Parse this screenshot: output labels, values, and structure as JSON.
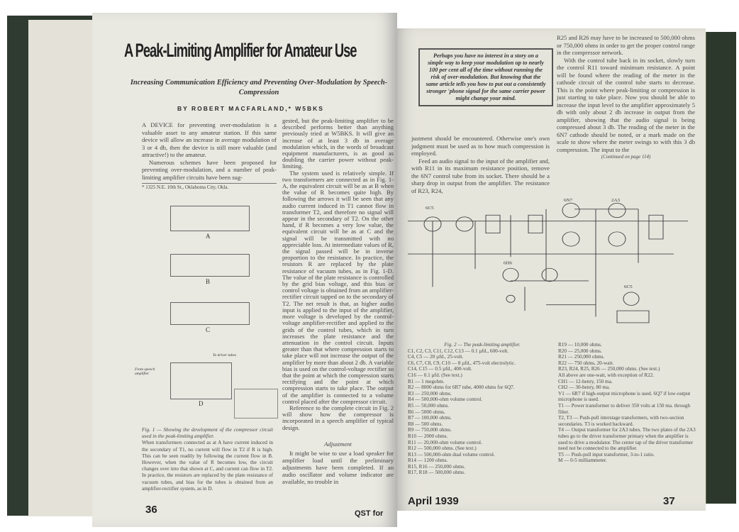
{
  "left_page": {
    "title": "A Peak-Limiting Amplifier for Amateur Use",
    "subtitle": "Increasing Communication Efficiency and Preventing Over-Modulation by Speech-Compression",
    "byline": "BY ROBERT MACFARLAND,* W5BKS",
    "col1": [
      "A DEVICE for preventing over-modulation is a valuable asset to any amateur station. If this same device will allow an increase in average modulation of 3 or 4 db, then the device is still more valuable (and attractive!) to the amateur.",
      "Numerous schemes have been proposed for preventing over-modulation, and a number of peak-limiting amplifier circuits have been sug-"
    ],
    "footnote": "* 1325 N.E. 10th St., Oklahoma City, Okla.",
    "fig_labels": [
      "A",
      "B",
      "C",
      "D"
    ],
    "fig1_caption": "Fig. 1 — Showing the development of the compressor circuit used in the peak-limiting amplifier.",
    "fig1_text": "When transformers connected as at A have current induced in the secondary of T1, no current will flow in T2 if R is high. This can be seen readily by following the current flow in B. However, when the value of R becomes low, the circuit changes over into that shown at C, and current can flow in T2. In practice, the resistors are replaced by the plate resistance of vacuum tubes, and bias for the tubes is obtained from an amplifier-rectifier system, as in D.",
    "col2": [
      "gested, but the peak-limiting amplifier to be described performs better than anything previously tried at W5BKS. It will give an increase of at least 3 db in average modulation which, in the words of broadcast equipment manufacturers, is as good as doubling the carrier power without peak-limiting.",
      "The system used is relatively simple. If two transformers are connected as in Fig. 1-A, the equivalent circuit will be as at B when the value of R becomes quite high. By following the arrows it will be seen that any audio current induced in T1 cannot flow in transformer T2, and therefore no signal will appear in the secondary of T2. On the other hand, if R becomes a very low value, the equivalent circuit will be as at C and the signal will be transmitted with no appreciable loss. At intermediate values of R, the signal passed will be in inverse proportion to the resistance. In practice, the resistors R are replaced by the plate resistance of vacuum tubes, as in Fig. 1-D. The value of the plate resistance is controlled by the grid bias voltage, and this bias or control voltage is obtained from an amplifier-rectifier circuit tapped on to the secondary of T2. The net result is that, as higher audio input is applied to the input of the amplifier, more voltage is developed by the control-voltage amplifier-rectifier and applied to the grids of the control tubes, which in turn increases the plate resistance and the attenuation in the control circuit. Inputs greater than that where compression starts to take place will not increase the output of the amplifier by more than about 2 db. A variable bias is used on the control-voltage rectifier so that the point at which the compression starts rectifying and the point at which compression starts to take place. The output of the amplifier is connected to a volume control placed after the compressor circuit.",
      "Reference to the complete circuit in Fig. 2 will show how the compressor is incorporated in a speech amplifier of typical design."
    ],
    "heading_adjustment": "Adjustment",
    "col2_end": "It might be wise to use a load speaker for amplifier load until the preliminary adjustments have been completed. If an audio oscillator and volume indicator are available, no trouble in",
    "d_label": "To driver tubes",
    "input_label": "From speech amplifier",
    "folio": "36",
    "running_foot": "QST for"
  },
  "right_page": {
    "box_text": "Perhaps you have no interest in a story on a simple way to keep your modulation up to nearly 100 per cent all of the time without running the risk of over-modulation. But knowing that the same article tells you how to put out a consistently stronger 'phone signal for the same carrier power might change your mind.",
    "col1": [
      "justment should be encountered. Otherwise one's own judgment must be used as to how much compression is employed.",
      "Feed an audio signal to the input of the amplifier and, with R11 in its maximum resistance position, remove the 6N7 control tube from its socket. There should be a sharp drop in output from the amplifier. The resistance of R23, R24,"
    ],
    "col2": [
      "R25 and R26 may have to be increased to 500,000 ohms or 750,000 ohms in order to get the proper control range in the compressor network.",
      "With the control tube back in its socket, slowly turn the control R11 toward minimum resistance. A point will be found where the reading of the meter in the cathode circuit of the control tube starts to decrease. This is the point where peak-limiting or compression is just starting to take place. Now you should be able to increase the input level to the amplifier approximately 5 db with only about 2 db increase in output from the amplifier, showing that the audio signal is being compressed about 3 db. The reading of the meter in the 6N7 cathode should be noted, or a mark made on the scale to show where the meter swings to with this 3 db compression. The input to the"
    ],
    "continued": "(Continued on page 114)",
    "tube_labels": [
      "6C5",
      "6N7",
      "2A3",
      "6H6",
      "6C5"
    ],
    "fig2_caption": "Fig. 2 — The peak-limiting amplifier.",
    "parts_left": [
      "C1, C2, C3, C11, C12, C13 — 0.1 µfd., 600-volt.",
      "C4, C5 — 20 µfd., 25-volt.",
      "C6, C7, C8, C9, C10 — 8 µfd., 475-volt electrolytic.",
      "C14, C15 — 0.5 µfd., 400-volt.",
      "C16 — 0.1 µfd. (See text.)",
      "R1 — 1 megohm.",
      "R2 — 8000 ohms for 6R7 tube, 4000 ohms for 6Q7.",
      "R3 — 250,000 ohms.",
      "R4 — 500,000-ohm volume control.",
      "R5 — 50,000 ohms.",
      "R6 — 5000 ohms.",
      "R7 — 100,000 ohms.",
      "R8 — 500 ohms.",
      "R9 — 750,000 ohms.",
      "R10 — 2000 ohms.",
      "R11 — 20,000-ohm volume control.",
      "R12 — 500,000 ohms. (See text.)",
      "R13 — 500,000-ohm dual volume control.",
      "R14 — 1200 ohms.",
      "R15, R16 — 250,000 ohms.",
      "R17, R18 — 500,000 ohms."
    ],
    "parts_right": [
      "R19 — 10,000 ohms.",
      "R20 — 25,000 ohms.",
      "R21 — 250,000 ohms.",
      "R22 — 750 ohms, 20-watt.",
      "R23, R24, R25, R26 — 250,000 ohms. (See text.)",
      "All above are one-watt, with exception of R22.",
      "CH1 — 12-henry, 150 ma.",
      "CH2 — 30-henry, 80 ma.",
      "V1 — 6R7 if high-output microphone is used. 6Q7 if low-output microphone is used.",
      "T1 — Power transformer to deliver 350 volts at 150 ma. through filter.",
      "T2, T3 — Push-pull interstage transformers, with two-section secondaries. T3 is worked backward.",
      "T4 — Output transformer for 2A3 tubes. The two plates of the 2A3 tubes go to the driver transformer primary when the amplifier is used to drive a modulator. The center tap of the driver transformer need not be connected to the amplifier.",
      "T5 — Push-pull input transformer, 3-to-1 ratio.",
      "M — 0-5 milliammeter."
    ],
    "folio_date": "April 1939",
    "folio": "37"
  },
  "colors": {
    "page": "#e8e7df",
    "cover": "#2f3a30",
    "ink": "#2a2a2a"
  }
}
